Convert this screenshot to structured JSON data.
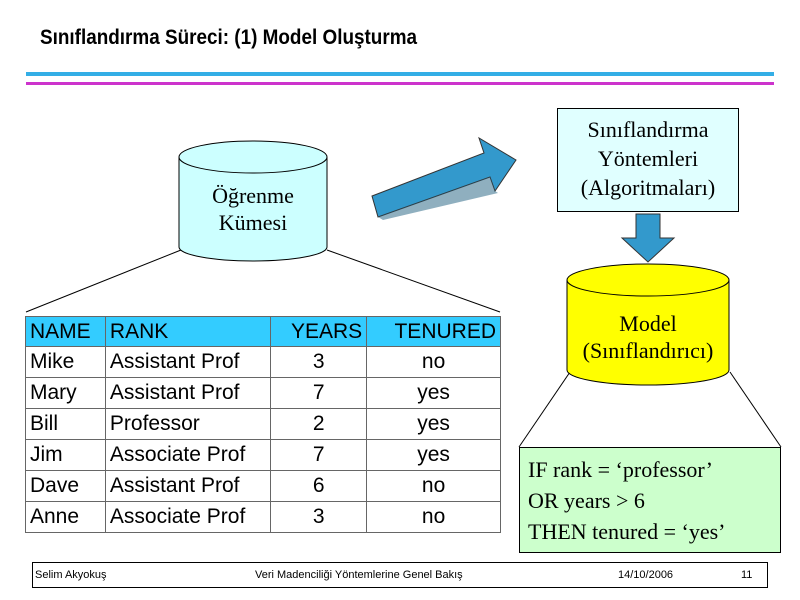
{
  "title": "Sınıflandırma Süreci: (1) Model Oluşturma",
  "training_set": {
    "line1": "Öğrenme",
    "line2": "Kümesi"
  },
  "methods": {
    "line1": "Sınıflandırma",
    "line2": "Yöntemleri",
    "line3": "(Algoritmaları)"
  },
  "model": {
    "line1": "Model",
    "line2": "(Sınıflandırıcı)"
  },
  "rule": {
    "line1": "IF rank = ‘professor’",
    "line2": "OR years > 6",
    "line3": "THEN tenured = ‘yes’"
  },
  "table": {
    "headers": [
      "NAME",
      "RANK",
      "YEARS",
      "TENURED"
    ],
    "rows": [
      [
        "Mike",
        "Assistant Prof",
        "3",
        "no"
      ],
      [
        "Mary",
        "Assistant Prof",
        "7",
        "yes"
      ],
      [
        "Bill",
        "Professor",
        "2",
        "yes"
      ],
      [
        "Jim",
        "Associate Prof",
        "7",
        "yes"
      ],
      [
        "Dave",
        "Assistant Prof",
        "6",
        "no"
      ],
      [
        "Anne",
        "Associate Prof",
        "3",
        "no"
      ]
    ]
  },
  "footer": {
    "author": "Selim Akyokuş",
    "course": "Veri Madenciliği Yöntemlerine Genel Bakış",
    "date": "14/10/2006",
    "page": "11"
  },
  "colors": {
    "cylinder_cyan": "#ccffff",
    "cylinder_yellow": "#ffff00",
    "arrow_blue": "#3399cc",
    "header_blue": "#33ccff",
    "rule_green": "#ccffcc"
  }
}
